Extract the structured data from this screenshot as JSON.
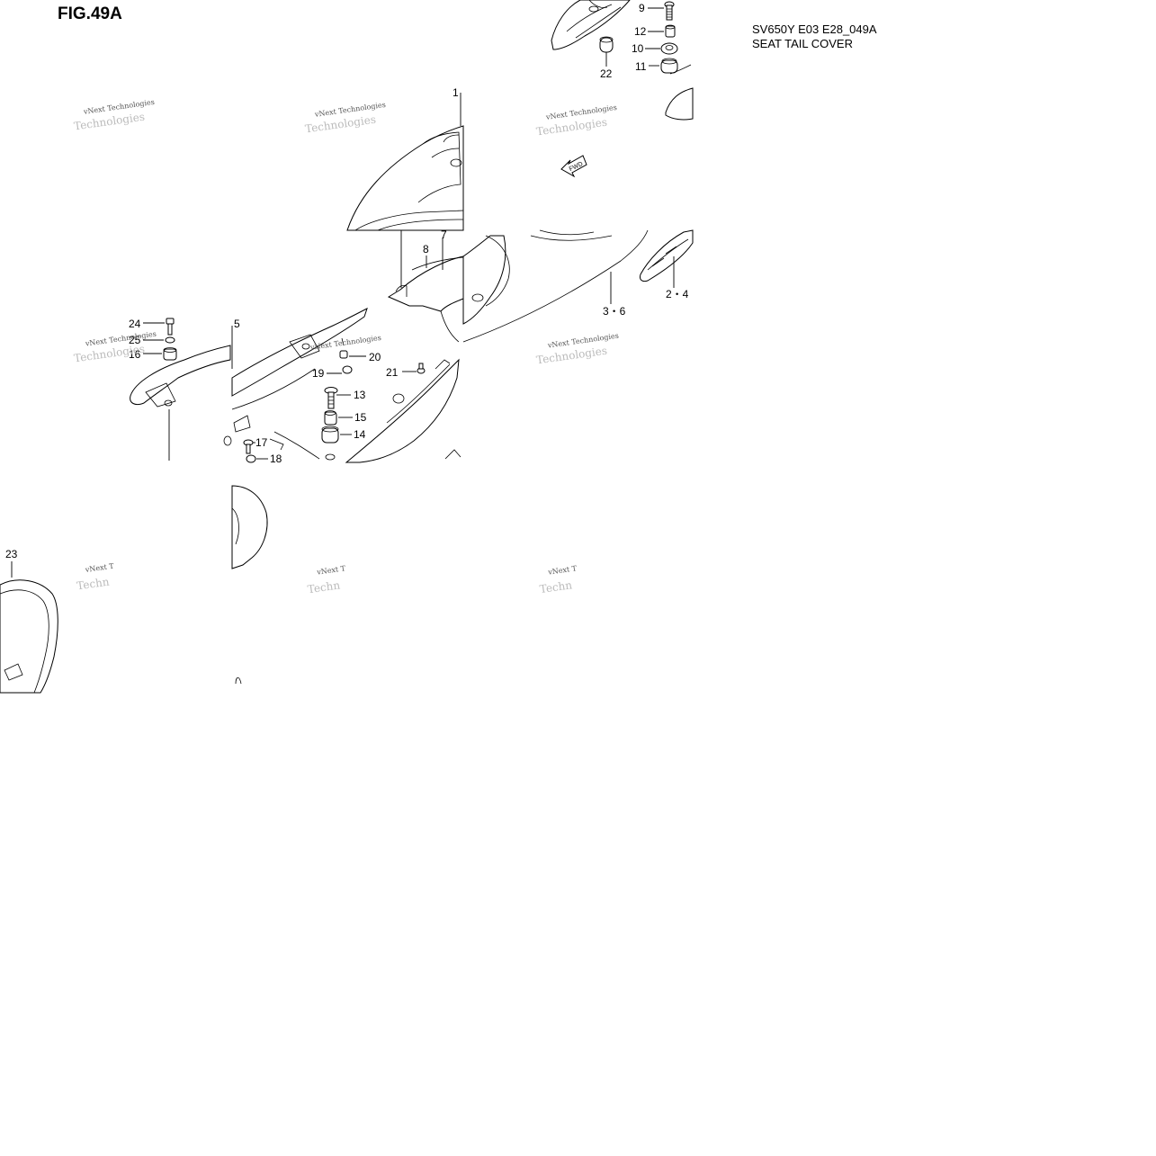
{
  "figure": {
    "title": "FIG.49A",
    "model_code": "SV650Y E03 E28_049A",
    "section_name": "SEAT TAIL COVER",
    "fwd_label": "FWD",
    "watermark_line1": "vNext Technologies",
    "watermark_line2": "Technologies",
    "watermark_partial1": "vNext T",
    "watermark_partial2": "Techn"
  },
  "callouts": {
    "c1": "1",
    "c2_4": "2・4",
    "c3_6": "3・6",
    "c5": "5",
    "c7": "7",
    "c8": "8",
    "c9": "9",
    "c10": "10",
    "c11": "11",
    "c12": "12",
    "c13": "13",
    "c14": "14",
    "c15": "15",
    "c16": "16",
    "c17": "17",
    "c18": "18",
    "c19": "19",
    "c20": "20",
    "c21": "21",
    "c22": "22",
    "c23": "23",
    "c24": "24",
    "c25": "25"
  }
}
